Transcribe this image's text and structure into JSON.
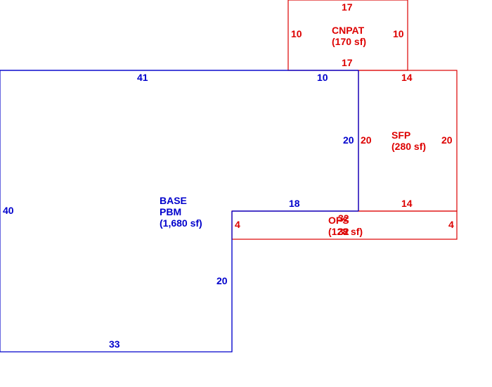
{
  "colors": {
    "base": "#0000cc",
    "additions": "#dd0000"
  },
  "areas": {
    "base": {
      "name": "BASE",
      "code": "PBM",
      "size": "(1,680 sf)"
    },
    "cnpat": {
      "code": "CNPAT",
      "size": "(170 sf)"
    },
    "sfp": {
      "code": "SFP",
      "size": "(280 sf)"
    },
    "ops": {
      "code": "OPS",
      "size": "(128 sf)"
    }
  },
  "dimensions": {
    "base": {
      "top_left": "41",
      "top_right": "10",
      "right": "20",
      "step_top": "18",
      "step_left": "20",
      "bottom": "33",
      "left": "40"
    },
    "cnpat": {
      "top": "17",
      "bottom": "17",
      "left": "10",
      "right": "10"
    },
    "sfp": {
      "top": "14",
      "bottom": "14",
      "left": "20",
      "right": "20"
    },
    "ops": {
      "top": "32",
      "bottom": "32",
      "left": "4",
      "right": "4"
    }
  }
}
